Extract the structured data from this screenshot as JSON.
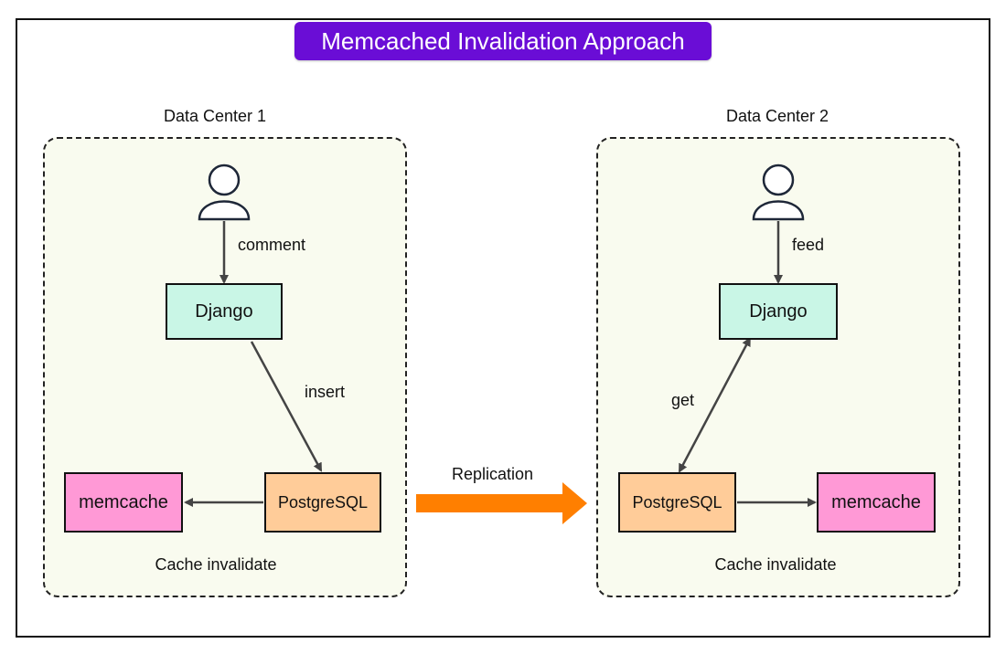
{
  "title": "Memcached Invalidation Approach",
  "data_centers": [
    {
      "label": "Data Center 1",
      "user_action": "comment",
      "app": "Django",
      "app_db_edge": "insert",
      "db": "PostgreSQL",
      "cache": "memcache",
      "caption": "Cache invalidate"
    },
    {
      "label": "Data Center 2",
      "user_action": "feed",
      "app": "Django",
      "app_db_edge": "get",
      "db": "PostgreSQL",
      "cache": "memcache",
      "caption": "Cache invalidate"
    }
  ],
  "replication_label": "Replication",
  "colors": {
    "title_bg": "#6a0dd6",
    "django": "#c9f6e6",
    "postgres": "#ffcc99",
    "memcache": "#ff99d6",
    "replication_arrow": "#ff7f00",
    "dc_bg": "#f9fbef"
  }
}
